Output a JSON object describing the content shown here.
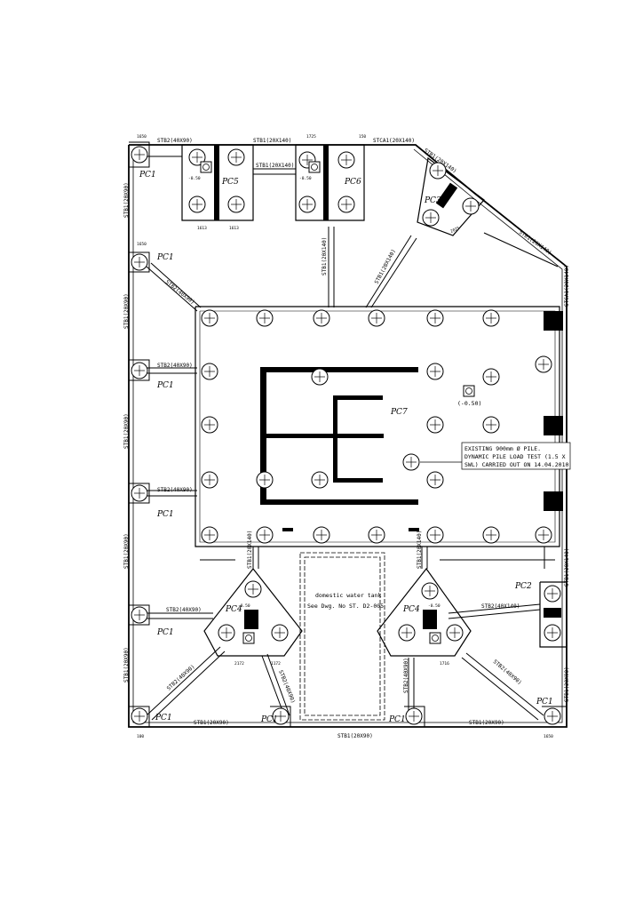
{
  "drawing": {
    "pile_caps": {
      "pc1_a": "PC1",
      "pc1_b": "PC1",
      "pc1_c": "PC1",
      "pc1_d": "PC1",
      "pc1_e": "PC1",
      "pc1_f": "PC1",
      "pc1_g": "PC1",
      "pc1_h": "PC1",
      "pc1_i": "PC1",
      "pc2": "PC2",
      "pc3": "PC3",
      "pc4_left": "PC4",
      "pc4_right": "PC4",
      "pc5": "PC5",
      "pc6": "PC6",
      "pc7": "PC7"
    },
    "beams": {
      "stb2_40x90": "STB2(40X90)",
      "stb1_20x140": "STB1(20X140)",
      "stb1_20x90": "STB1(20X90)",
      "stca1_20x140": "STCA1(20X140)",
      "stb1_20x140_short": "STB1(20X140)",
      "stb2_40x140": "STB2(40X140)"
    },
    "levels": {
      "pc5": "-0.50",
      "pc6": "-0.50",
      "pc7": "(-0.50)",
      "pc4_left": "-0.50",
      "pc4_right": "-0.50"
    },
    "tank": {
      "line1": "domestic water tank",
      "line2": "See Dwg. No ST. D2-005"
    },
    "note": {
      "line1": "EXISTING 900mm Ø PILE.",
      "line2": "DYNAMIC PILE LOAD TEST (1.5 X",
      "line3": "SWL) CARRIED OUT ON 14.04.2010"
    },
    "dims": {
      "top_left": "1650",
      "top_mid": "1725",
      "top_right": "150",
      "pc5_a": "1613",
      "pc5_b": "1613",
      "pc3_dim": "2025",
      "pc4l_a": "2172",
      "pc4l_b": "1172",
      "pc4r_a": "1716",
      "bottom_a": "100",
      "bottom_b": "1650",
      "edge": "1650"
    }
  }
}
